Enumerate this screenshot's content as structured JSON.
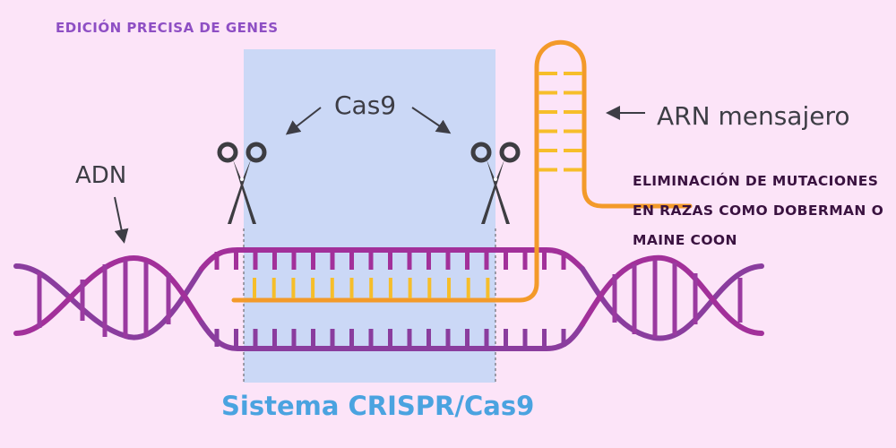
{
  "header": {
    "title": "Edición precisa de genes"
  },
  "diagram": {
    "labels": {
      "dna": "ADN",
      "cas9": "Cas9",
      "mrna": "ARN mensajero",
      "system": "Sistema CRISPR/Cas9"
    },
    "callout": {
      "lines": [
        "Eliminación de mutaciones",
        "en razas como Doberman o",
        "Maine Coon"
      ]
    },
    "icons": [
      "scissors-icon-left",
      "scissors-icon-right",
      "arrow-icon"
    ],
    "colors": {
      "background": "#fce4f8",
      "highlight_box": "#cbd8f6",
      "dna_strand": "#a2309a",
      "dna_strand_alt": "#8a3d9e",
      "rna_strand": "#f39a2a",
      "rna_rungs": "#f6be2a",
      "system_label": "#4aa3e0",
      "title": "#8e4fc4",
      "callout": "#3a1240"
    }
  }
}
